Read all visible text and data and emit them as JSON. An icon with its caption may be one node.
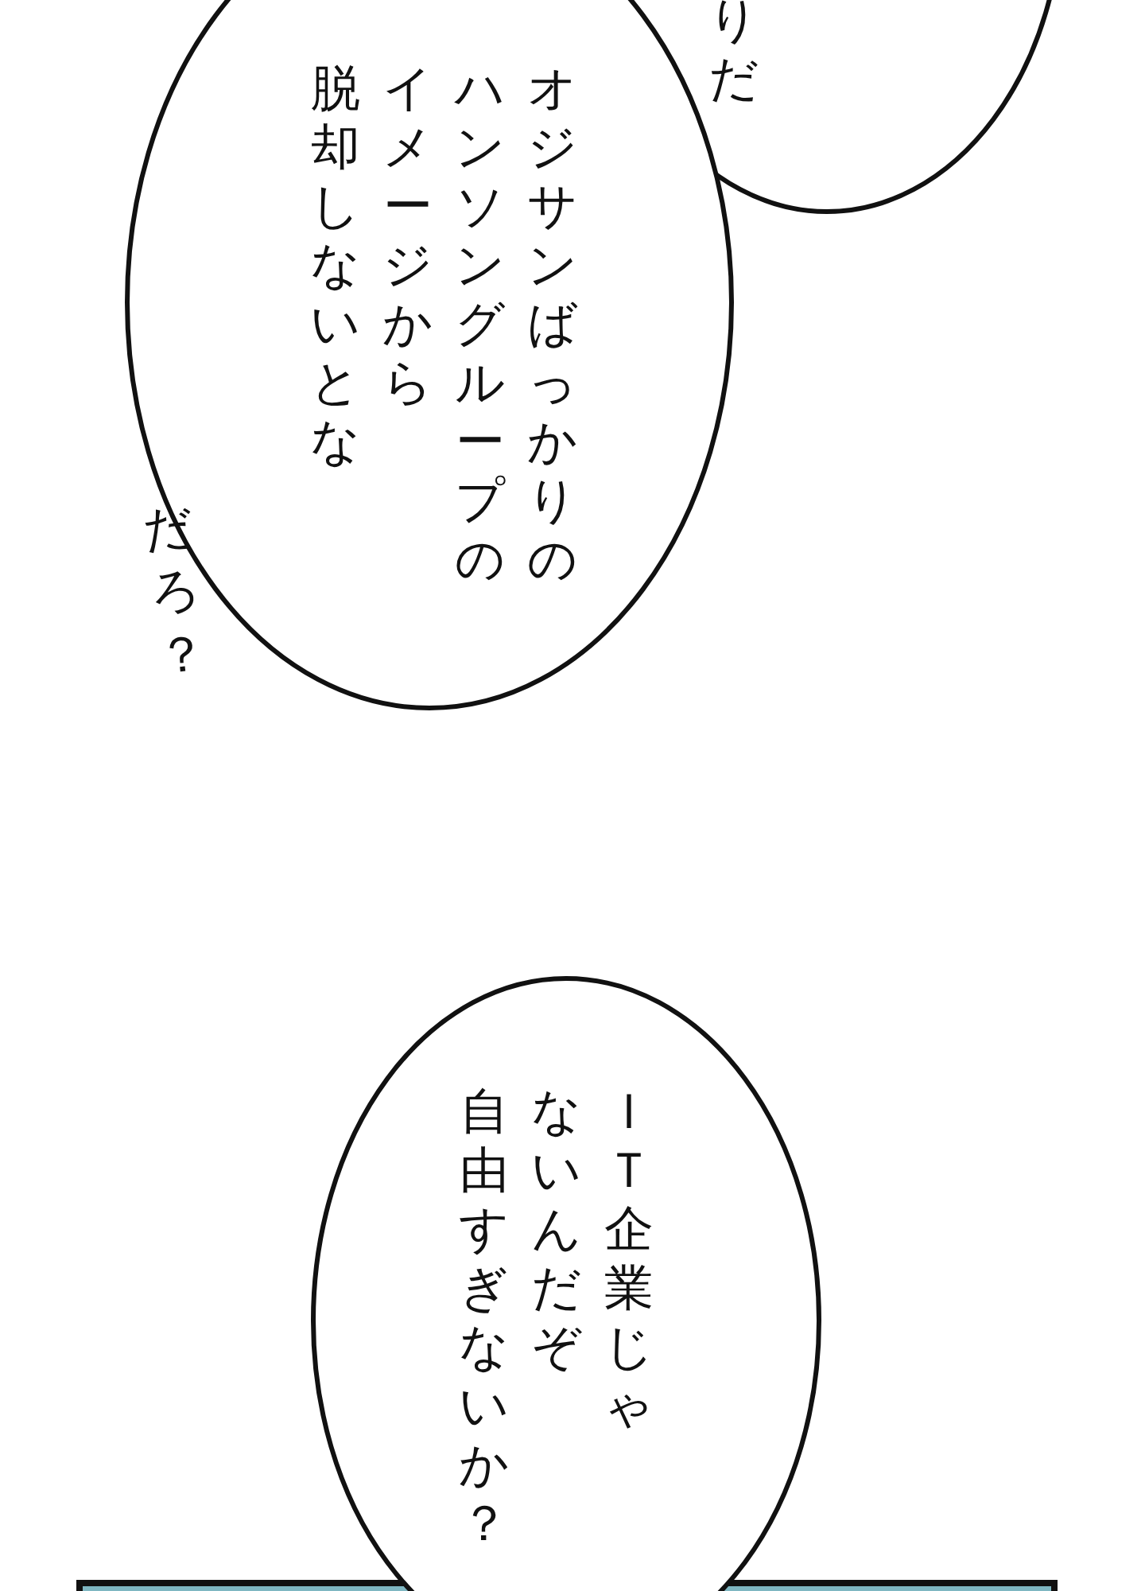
{
  "diagram": {
    "nodes": [
      {
        "text": [
          "りだ"
        ]
      },
      {
        "text": [
          "オジサンばっかりのハンソングループのイメージから脱却しないとな"
        ]
      },
      {
        "text": [
          "ＩＴ企業じゃないんだぞ自由すぎないか？"
        ]
      }
    ],
    "labels": [
      "だろ？"
    ]
  }
}
